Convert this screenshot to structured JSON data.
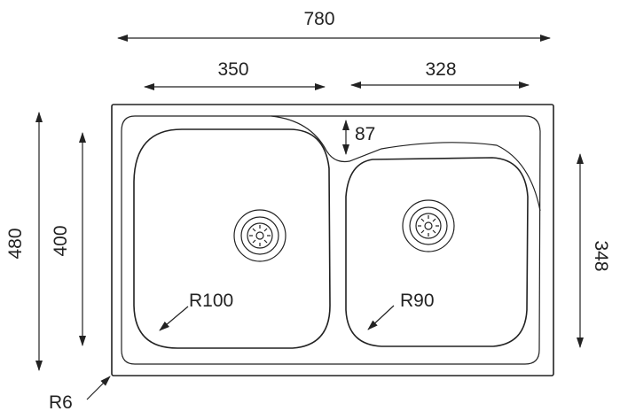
{
  "dimensions": {
    "overall_width": "780",
    "left_bowl_width": "350",
    "right_bowl_width": "328",
    "ridge_depth": "87",
    "overall_height": "480",
    "left_bowl_height": "400",
    "right_bowl_height": "348",
    "left_bowl_radius": "R100",
    "right_bowl_radius": "R90",
    "corner_radius": "R6"
  },
  "colors": {
    "line": "#222222",
    "background": "#ffffff"
  }
}
